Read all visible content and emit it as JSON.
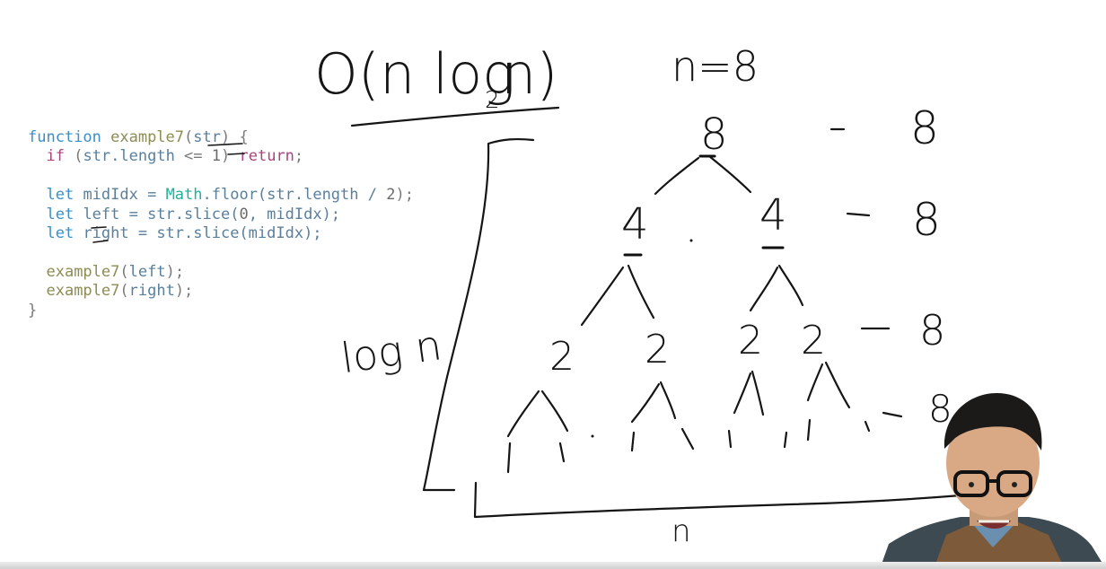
{
  "code": {
    "lines": [
      [
        {
          "t": "function ",
          "c": "kw-fn"
        },
        {
          "t": "example7",
          "c": "fn-name"
        },
        {
          "t": "(",
          "c": "punct"
        },
        {
          "t": "str",
          "c": "ident"
        },
        {
          "t": ") {",
          "c": "punct"
        }
      ],
      [
        {
          "t": "  "
        },
        {
          "t": "if",
          "c": "kw-if"
        },
        {
          "t": " (",
          "c": "punct"
        },
        {
          "t": "str.length",
          "c": "ident"
        },
        {
          "t": " <= ",
          "c": "punct"
        },
        {
          "t": "1",
          "c": "num"
        },
        {
          "t": ") ",
          "c": "punct"
        },
        {
          "t": "return",
          "c": "kw-if"
        },
        {
          "t": ";",
          "c": "punct"
        }
      ],
      [],
      [
        {
          "t": "  "
        },
        {
          "t": "let",
          "c": "kw-let"
        },
        {
          "t": " midIdx = ",
          "c": "ident"
        },
        {
          "t": "Math",
          "c": "math"
        },
        {
          "t": ".floor(str.length / ",
          "c": "ident"
        },
        {
          "t": "2",
          "c": "num"
        },
        {
          "t": ");",
          "c": "punct"
        }
      ],
      [
        {
          "t": "  "
        },
        {
          "t": "let",
          "c": "kw-let"
        },
        {
          "t": " left = str.slice(",
          "c": "ident"
        },
        {
          "t": "0",
          "c": "num"
        },
        {
          "t": ", midIdx);",
          "c": "ident"
        }
      ],
      [
        {
          "t": "  "
        },
        {
          "t": "let",
          "c": "kw-let"
        },
        {
          "t": " right = str.slice(midIdx);",
          "c": "ident"
        }
      ],
      [],
      [
        {
          "t": "  "
        },
        {
          "t": "example7",
          "c": "fn-name"
        },
        {
          "t": "(",
          "c": "punct"
        },
        {
          "t": "left",
          "c": "ident"
        },
        {
          "t": ");",
          "c": "punct"
        }
      ],
      [
        {
          "t": "  "
        },
        {
          "t": "example7",
          "c": "fn-name"
        },
        {
          "t": "(",
          "c": "punct"
        },
        {
          "t": "right",
          "c": "ident"
        },
        {
          "t": ");",
          "c": "punct"
        }
      ],
      [
        {
          "t": "}",
          "c": "punct"
        }
      ]
    ]
  },
  "annotations": {
    "complexity_prefix": "O(n log",
    "complexity_base": "2",
    "complexity_suffix": "n)",
    "n_equals": "n=8",
    "log_label": "log n",
    "width_label": "n"
  },
  "tree": {
    "root": "8",
    "level1": [
      "4",
      "4"
    ],
    "level2": [
      "2",
      "2",
      "2",
      "2"
    ],
    "level_totals": [
      "8",
      "8",
      "8",
      "8"
    ]
  },
  "colors": {
    "ink": "#151515",
    "keyword_blue": "#3b8fc4",
    "keyword_magenta": "#a9447f",
    "function_olive": "#8d8c52",
    "math_teal": "#22b09a"
  }
}
